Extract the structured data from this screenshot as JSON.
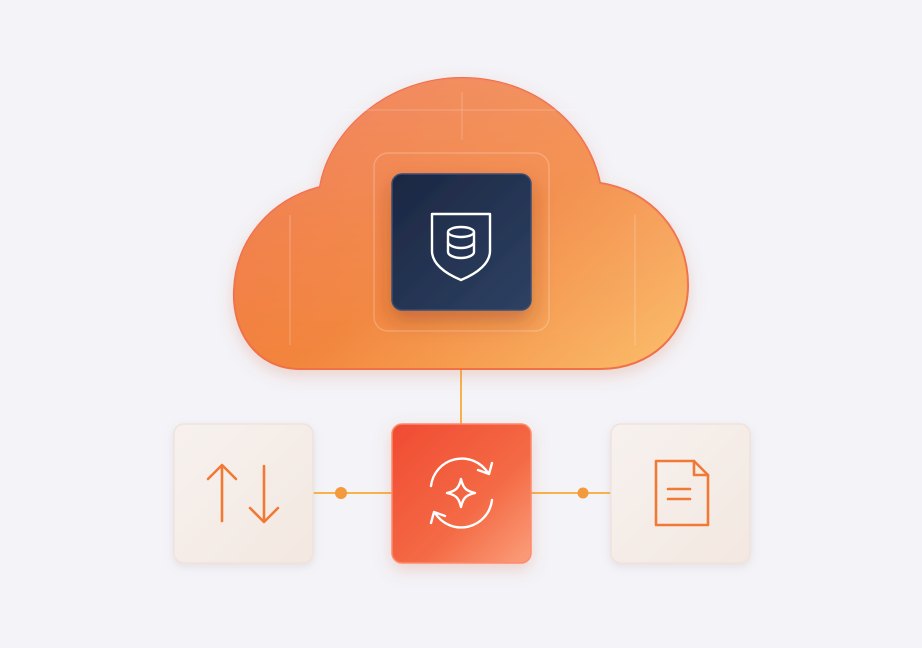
{
  "diagram": {
    "nodes": [
      {
        "id": "cloud",
        "icon": "cloud-icon"
      },
      {
        "id": "secure-database",
        "icon": "database-shield-icon"
      },
      {
        "id": "sync-engine",
        "icon": "sync-sparkle-icon"
      },
      {
        "id": "transfer",
        "icon": "arrows-up-down-icon"
      },
      {
        "id": "document",
        "icon": "document-icon"
      }
    ],
    "edges": [
      {
        "from": "cloud",
        "to": "sync-engine"
      },
      {
        "from": "transfer",
        "to": "sync-engine"
      },
      {
        "from": "sync-engine",
        "to": "document"
      }
    ]
  },
  "colors": {
    "background": "#f3f3f8",
    "cloud_light": "#f9b66a",
    "cloud_dark": "#ee6b3c",
    "database_tile": "#1f2d4a",
    "sync_tile": "#f05a3a",
    "side_tile": "#f6efea",
    "icon_orange": "#f07a35",
    "connector": "#f7b24a"
  }
}
